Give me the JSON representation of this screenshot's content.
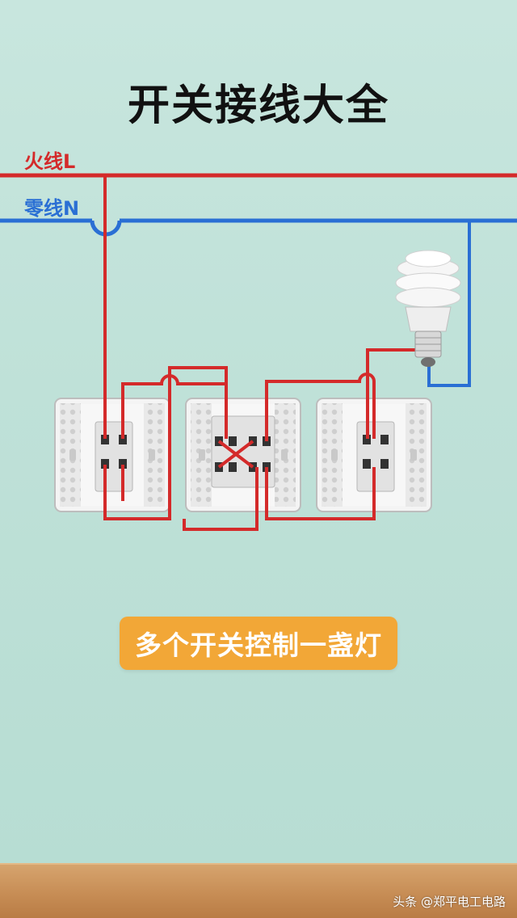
{
  "title": "开关接线大全",
  "wires": {
    "live_label": "火线L",
    "live_color": "#d42a2a",
    "neutral_label": "零线N",
    "neutral_color": "#2a6fd4"
  },
  "caption": "多个开关控制一盏灯",
  "caption_color": "#f2a737",
  "watermark": "头条 @郑平电工电路",
  "icons": {
    "switches": [
      "two-way-switch-icon",
      "intermediate-switch-icon",
      "two-way-switch-icon"
    ],
    "bulb": "cfl-bulb-icon"
  }
}
